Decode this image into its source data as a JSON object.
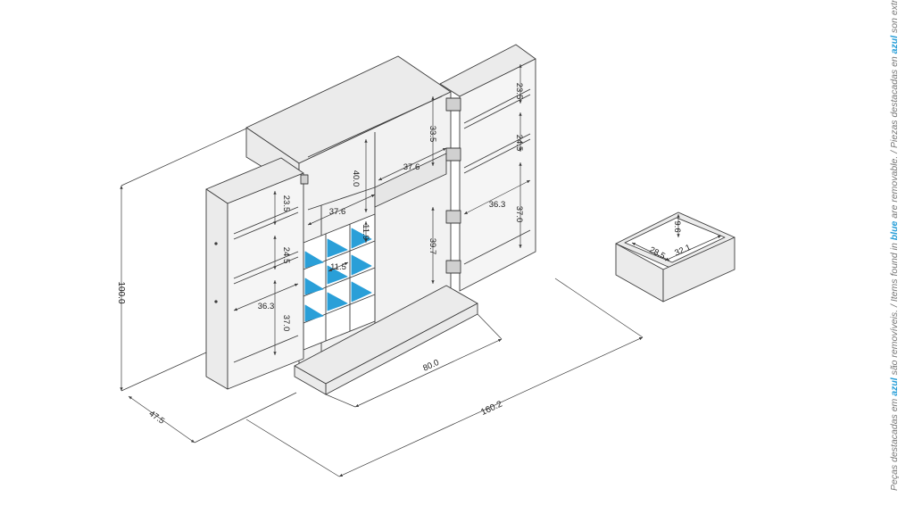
{
  "note": {
    "pt_prefix": "Peças destacadas em ",
    "pt_word": "azul",
    "pt_suffix": " são removíveis. / Items found in ",
    "en_word": "blue",
    "en_suffix": " are removable. / Piezas destacadas en ",
    "es_word": "azul",
    "es_suffix": " son extraíbles."
  },
  "colors": {
    "outline": "#3c3c3c",
    "fill": "#ebebeb",
    "removable": "#2a9fd8"
  },
  "dimensions": {
    "height_total": "100.0",
    "depth": "47.5",
    "width_total": "160.2",
    "base_width": "80.0",
    "left_door_top_shelf": "23.5",
    "left_door_mid_shelf": "24.5",
    "left_door_bottom_height": "37.0",
    "left_door_bottom_width": "36.3",
    "right_door_top_shelf": "23.5",
    "right_door_mid_shelf": "24.5",
    "right_door_bottom_height": "37.0",
    "right_door_bottom_width": "36.3",
    "center_top_height": "33.5",
    "center_upper_width": "37.6",
    "center_left_height": "40.0",
    "center_left_width": "37.6",
    "center_lower_height": "39.7",
    "niche_height": "11.9",
    "niche_width": "11.5",
    "drawer_height": "9.6",
    "drawer_depth": "28.5",
    "drawer_width": "32.1"
  }
}
